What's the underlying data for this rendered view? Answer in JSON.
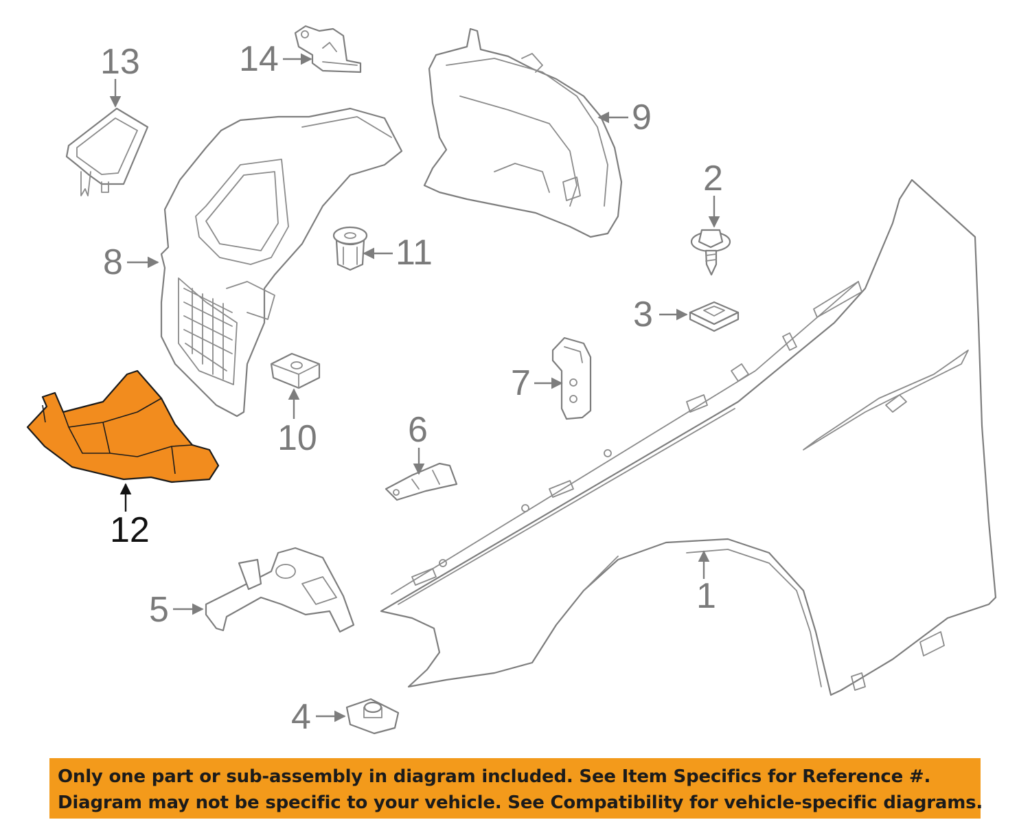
{
  "callouts": {
    "c1": "1",
    "c2": "2",
    "c3": "3",
    "c4": "4",
    "c5": "5",
    "c6": "6",
    "c7": "7",
    "c8": "8",
    "c9": "9",
    "c10": "10",
    "c11": "11",
    "c12": "12",
    "c13": "13",
    "c14": "14"
  },
  "highlighted_part": "12",
  "colors": {
    "highlight": "#f28c1e",
    "banner": "#f39a1b",
    "line": "#7d7d7d"
  },
  "footer": {
    "line1": "Only one part or sub-assembly in diagram included. See Item Specifics for Reference #.",
    "line2": "Diagram may not be specific to your vehicle. See Compatibility for vehicle-specific diagrams."
  }
}
